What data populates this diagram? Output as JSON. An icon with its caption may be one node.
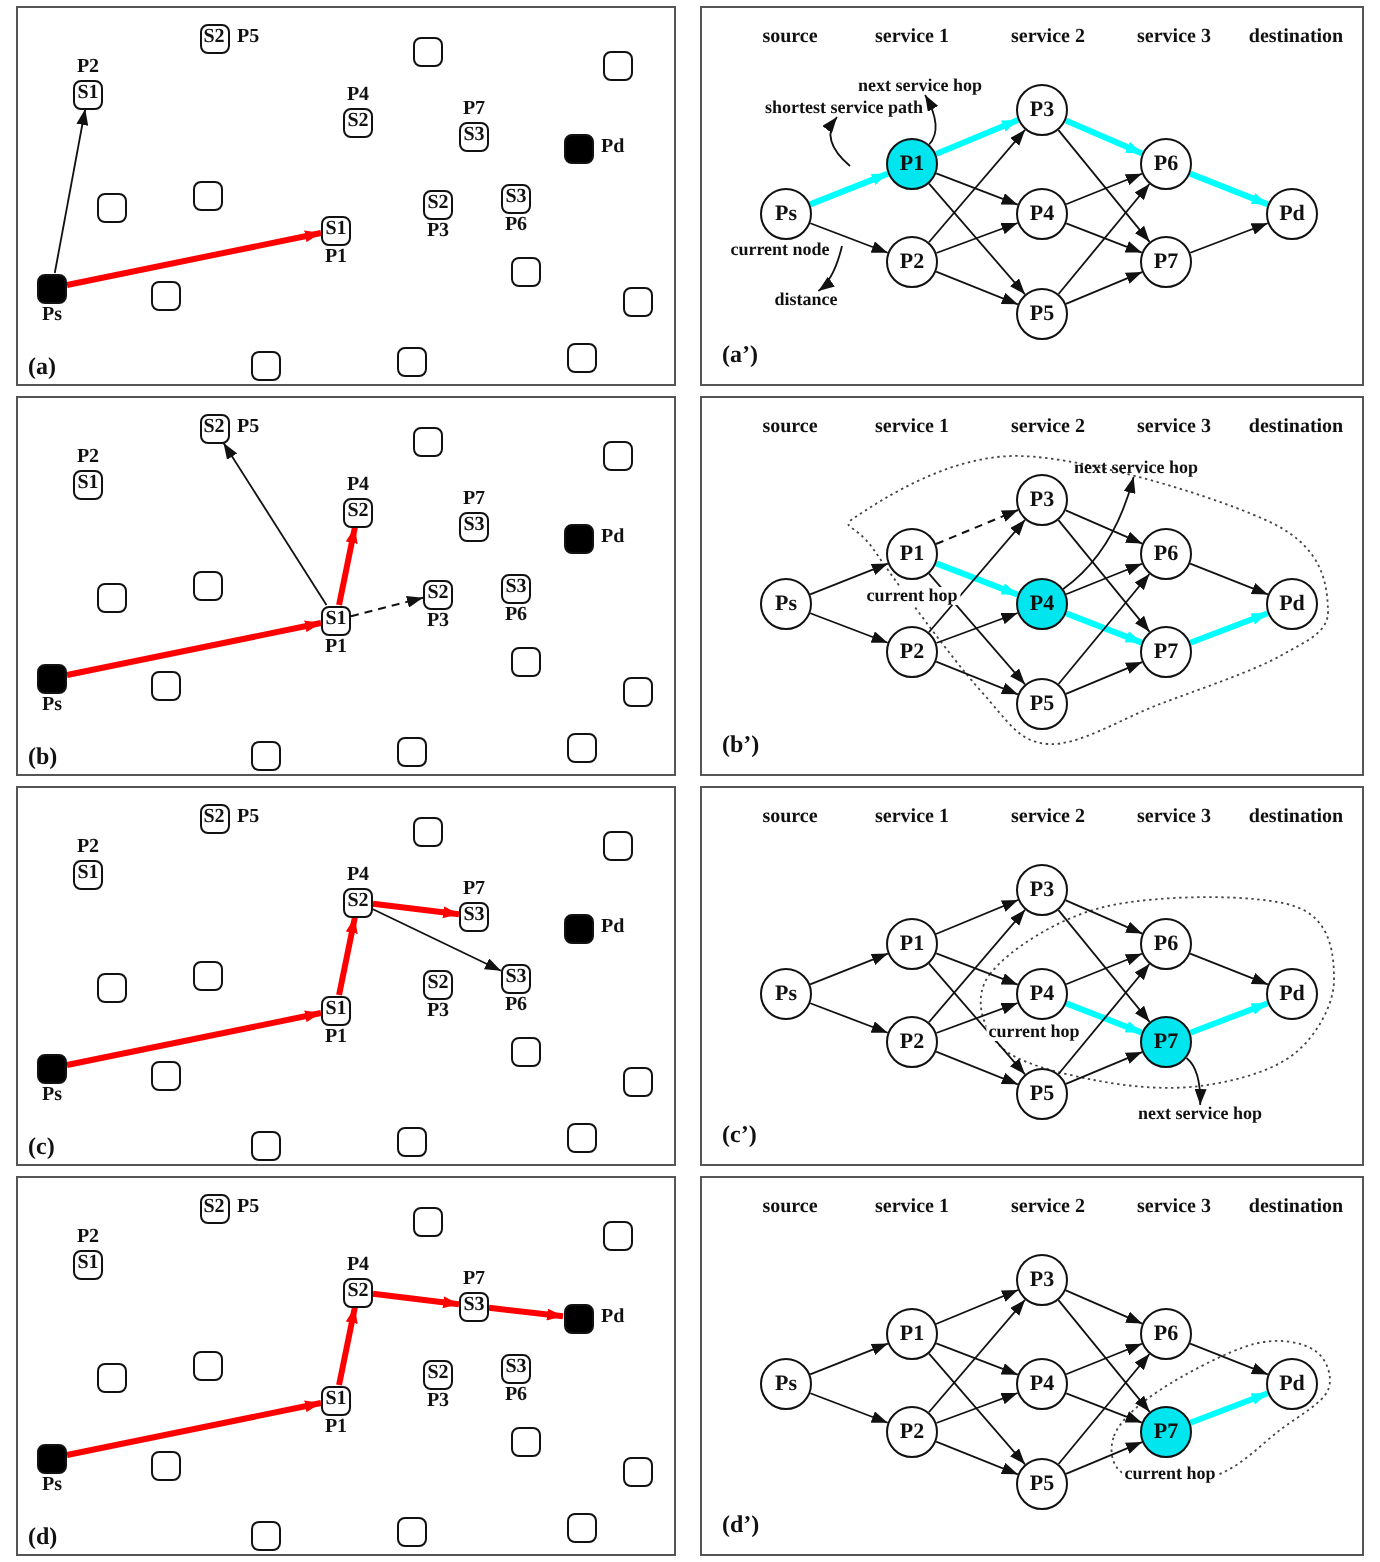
{
  "diagram": {
    "nodes": [
      {
        "text": [
          "(a)"
        ]
      },
      {
        "text": [
          "Ps"
        ],
        "in": 0
      },
      {
        "text": [
          "S1",
          "P1"
        ],
        "in": 0
      },
      {
        "text": [
          "P2",
          "S1"
        ],
        "in": 0
      },
      {
        "text": [
          "S2",
          "P3"
        ],
        "in": 0
      },
      {
        "text": [
          "P4",
          "S2"
        ],
        "in": 0
      },
      {
        "text": [
          "S2",
          "P5"
        ],
        "in": 0
      },
      {
        "text": [
          "S3",
          "P6"
        ],
        "in": 0
      },
      {
        "text": [
          "P7",
          "S3"
        ],
        "in": 0
      },
      {
        "text": [
          "Pd"
        ],
        "in": 0
      },
      {
        "text": [],
        "shape": "box",
        "in": 0
      },
      {
        "text": [],
        "shape": "box",
        "in": 0
      },
      {
        "text": [],
        "shape": "box",
        "in": 0
      },
      {
        "text": [],
        "shape": "box",
        "in": 0
      },
      {
        "text": [],
        "shape": "box",
        "in": 0
      },
      {
        "text": [],
        "shape": "box",
        "in": 0
      },
      {
        "text": [],
        "shape": "box",
        "in": 0
      },
      {
        "text": [],
        "shape": "box",
        "in": 0
      },
      {
        "text": [],
        "shape": "box",
        "in": 0
      },
      {
        "text": [],
        "shape": "box",
        "in": 0
      },
      {
        "text": [
          "source",
          "service 1",
          "service 2",
          "service 3",
          "destination",
          "current node",
          "(a’)"
        ]
      },
      {
        "text": [
          "Ps"
        ],
        "in": 20
      },
      {
        "text": [
          "P1"
        ],
        "in": 20
      },
      {
        "text": [
          "P2"
        ],
        "in": 20
      },
      {
        "text": [
          "P3"
        ],
        "in": 20
      },
      {
        "text": [
          "P4"
        ],
        "in": 20
      },
      {
        "text": [
          "P5"
        ],
        "in": 20
      },
      {
        "text": [
          "P6"
        ],
        "in": 20
      },
      {
        "text": [
          "P7"
        ],
        "in": 20
      },
      {
        "text": [
          "Pd"
        ],
        "in": 20
      },
      {
        "text": [
          "next service hop"
        ],
        "in": 20
      },
      {
        "text": [
          "shortest service path"
        ],
        "in": 20
      },
      {
        "text": [
          "distance"
        ],
        "in": 20
      },
      {
        "text": [
          "(b)"
        ]
      },
      {
        "text": [
          "Ps"
        ],
        "in": 33
      },
      {
        "text": [
          "S1",
          "P1"
        ],
        "in": 33
      },
      {
        "text": [
          "P2",
          "S1"
        ],
        "in": 33
      },
      {
        "text": [
          "S2",
          "P3"
        ],
        "in": 33
      },
      {
        "text": [
          "P4",
          "S2"
        ],
        "in": 33
      },
      {
        "text": [
          "S2",
          "P5"
        ],
        "in": 33
      },
      {
        "text": [
          "S3",
          "P6"
        ],
        "in": 33
      },
      {
        "text": [
          "P7",
          "S3"
        ],
        "in": 33
      },
      {
        "text": [
          "Pd"
        ],
        "in": 33
      },
      {
        "text": [],
        "shape": "box",
        "in": 33
      },
      {
        "text": [],
        "shape": "box",
        "in": 33
      },
      {
        "text": [],
        "shape": "box",
        "in": 33
      },
      {
        "text": [],
        "shape": "box",
        "in": 33
      },
      {
        "text": [],
        "shape": "box",
        "in": 33
      },
      {
        "text": [],
        "shape": "box",
        "in": 33
      },
      {
        "text": [],
        "shape": "box",
        "in": 33
      },
      {
        "text": [],
        "shape": "box",
        "in": 33
      },
      {
        "text": [],
        "shape": "box",
        "in": 33
      },
      {
        "text": [],
        "shape": "box",
        "in": 33
      },
      {
        "text": [
          "source",
          "service 1",
          "service 2",
          "service 3",
          "destination",
          "current hop",
          "(b’)"
        ]
      },
      {
        "text": [
          "Ps"
        ],
        "in": 53
      },
      {
        "text": [
          "P1"
        ],
        "in": 53
      },
      {
        "text": [
          "P2"
        ],
        "in": 53
      },
      {
        "text": [
          "P3"
        ],
        "in": 53
      },
      {
        "text": [
          "P4"
        ],
        "in": 53
      },
      {
        "text": [
          "P5"
        ],
        "in": 53
      },
      {
        "text": [
          "P6"
        ],
        "in": 53
      },
      {
        "text": [
          "P7"
        ],
        "in": 53
      },
      {
        "text": [
          "Pd"
        ],
        "in": 53
      },
      {
        "text": [
          "next service hop"
        ],
        "in": 53
      },
      {
        "text": [
          "(c)"
        ]
      },
      {
        "text": [
          "Ps"
        ],
        "in": 64
      },
      {
        "text": [
          "S1",
          "P1"
        ],
        "in": 64
      },
      {
        "text": [
          "P2",
          "S1"
        ],
        "in": 64
      },
      {
        "text": [
          "S2",
          "P3"
        ],
        "in": 64
      },
      {
        "text": [
          "P4",
          "S2"
        ],
        "in": 64
      },
      {
        "text": [
          "S2",
          "P5"
        ],
        "in": 64
      },
      {
        "text": [
          "S3",
          "P6"
        ],
        "in": 64
      },
      {
        "text": [
          "P7",
          "S3"
        ],
        "in": 64
      },
      {
        "text": [
          "Pd"
        ],
        "in": 64
      },
      {
        "text": [],
        "shape": "box",
        "in": 64
      },
      {
        "text": [],
        "shape": "box",
        "in": 64
      },
      {
        "text": [],
        "shape": "box",
        "in": 64
      },
      {
        "text": [],
        "shape": "box",
        "in": 64
      },
      {
        "text": [],
        "shape": "box",
        "in": 64
      },
      {
        "text": [],
        "shape": "box",
        "in": 64
      },
      {
        "text": [],
        "shape": "box",
        "in": 64
      },
      {
        "text": [],
        "shape": "box",
        "in": 64
      },
      {
        "text": [],
        "shape": "box",
        "in": 64
      },
      {
        "text": [],
        "shape": "box",
        "in": 64
      },
      {
        "text": [
          "source",
          "service 1",
          "service 2",
          "service 3",
          "destination",
          "current hop",
          "(c’)"
        ]
      },
      {
        "text": [
          "Ps"
        ],
        "in": 84
      },
      {
        "text": [
          "P1"
        ],
        "in": 84
      },
      {
        "text": [
          "P2"
        ],
        "in": 84
      },
      {
        "text": [
          "P3"
        ],
        "in": 84
      },
      {
        "text": [
          "P4"
        ],
        "in": 84
      },
      {
        "text": [
          "P5"
        ],
        "in": 84
      },
      {
        "text": [
          "P6"
        ],
        "in": 84
      },
      {
        "text": [
          "P7"
        ],
        "in": 84
      },
      {
        "text": [
          "Pd"
        ],
        "in": 84
      },
      {
        "text": [
          "next service hop"
        ],
        "in": 84
      },
      {
        "text": [
          "(d)"
        ]
      },
      {
        "text": [
          "Ps"
        ],
        "in": 95
      },
      {
        "text": [
          "S1",
          "P1"
        ],
        "in": 95
      },
      {
        "text": [
          "P2",
          "S1"
        ],
        "in": 95
      },
      {
        "text": [
          "S2",
          "P3"
        ],
        "in": 95
      },
      {
        "text": [
          "P4",
          "S2"
        ],
        "in": 95
      },
      {
        "text": [
          "S2",
          "P5"
        ],
        "in": 95
      },
      {
        "text": [
          "S3",
          "P6"
        ],
        "in": 95
      },
      {
        "text": [
          "P7",
          "S3"
        ],
        "in": 95
      },
      {
        "text": [
          "Pd"
        ],
        "in": 95
      },
      {
        "text": [],
        "shape": "box",
        "in": 95
      },
      {
        "text": [],
        "shape": "box",
        "in": 95
      },
      {
        "text": [],
        "shape": "box",
        "in": 95
      },
      {
        "text": [],
        "shape": "box",
        "in": 95
      },
      {
        "text": [],
        "shape": "box",
        "in": 95
      },
      {
        "text": [],
        "shape": "box",
        "in": 95
      },
      {
        "text": [],
        "shape": "box",
        "in": 95
      },
      {
        "text": [],
        "shape": "box",
        "in": 95
      },
      {
        "text": [],
        "shape": "box",
        "in": 95
      },
      {
        "text": [],
        "shape": "box",
        "in": 95
      },
      {
        "text": [
          "source",
          "service 1",
          "service 2",
          "service 3",
          "destination",
          "current hop",
          "(d’)"
        ]
      },
      {
        "text": [
          "Ps"
        ],
        "in": 115
      },
      {
        "text": [
          "P1"
        ],
        "in": 115
      },
      {
        "text": [
          "P2"
        ],
        "in": 115
      },
      {
        "text": [
          "P3"
        ],
        "in": 115
      },
      {
        "text": [
          "P4"
        ],
        "in": 115
      },
      {
        "text": [
          "P5"
        ],
        "in": 115
      },
      {
        "text": [
          "P6"
        ],
        "in": 115
      },
      {
        "text": [
          "P7"
        ],
        "in": 115
      },
      {
        "text": [
          "Pd"
        ],
        "in": 115
      }
    ],
    "edges": [
      {
        "from": 1,
        "to": 3,
        "arrow": "to"
      },
      {
        "from": 1,
        "to": 2,
        "arrow": "to",
        "style": "thick",
        "color": "#ff0000"
      },
      {
        "from": 21,
        "to": 22,
        "arrow": "to",
        "style": "thick",
        "color": "#00ffff"
      },
      {
        "from": 21,
        "to": 23,
        "arrow": "to"
      },
      {
        "from": 22,
        "to": 24,
        "arrow": "to",
        "style": "thick",
        "color": "#00ffff"
      },
      {
        "from": 22,
        "to": 25,
        "arrow": "to"
      },
      {
        "from": 22,
        "to": 26,
        "arrow": "to"
      },
      {
        "from": 23,
        "to": 24,
        "arrow": "to"
      },
      {
        "from": 23,
        "to": 25,
        "arrow": "to"
      },
      {
        "from": 23,
        "to": 26,
        "arrow": "to"
      },
      {
        "from": 24,
        "to": 27,
        "arrow": "to",
        "style": "thick",
        "color": "#00ffff"
      },
      {
        "from": 24,
        "to": 28,
        "arrow": "to"
      },
      {
        "from": 25,
        "to": 27,
        "arrow": "to"
      },
      {
        "from": 25,
        "to": 28,
        "arrow": "to"
      },
      {
        "from": 26,
        "to": 27,
        "arrow": "to"
      },
      {
        "from": 26,
        "to": 28,
        "arrow": "to"
      },
      {
        "from": 27,
        "to": 29,
        "arrow": "to",
        "style": "thick",
        "color": "#00ffff"
      },
      {
        "from": 28,
        "to": 29,
        "arrow": "to"
      },
      {
        "from": 22,
        "to": 30,
        "arrow": "to"
      },
      {
        "from": null,
        "to": 31,
        "arrow": "to"
      },
      {
        "from": null,
        "to": 32,
        "arrow": "to"
      },
      {
        "from": 34,
        "to": 35,
        "arrow": "to",
        "style": "thick",
        "color": "#ff0000"
      },
      {
        "from": 35,
        "to": 39,
        "arrow": "to"
      },
      {
        "from": 35,
        "to": 38,
        "arrow": "to",
        "style": "thick",
        "color": "#ff0000"
      },
      {
        "from": 35,
        "to": 37,
        "arrow": "to",
        "style": "dashed"
      },
      {
        "from": 54,
        "to": 55,
        "arrow": "to"
      },
      {
        "from": 54,
        "to": 56,
        "arrow": "to"
      },
      {
        "from": 55,
        "to": 57,
        "arrow": "to",
        "style": "dashed"
      },
      {
        "from": 55,
        "to": 58,
        "arrow": "to",
        "style": "thick",
        "color": "#00ffff"
      },
      {
        "from": 55,
        "to": 59,
        "arrow": "to"
      },
      {
        "from": 56,
        "to": 57,
        "arrow": "to"
      },
      {
        "from": 56,
        "to": 58,
        "arrow": "to"
      },
      {
        "from": 56,
        "to": 59,
        "arrow": "to"
      },
      {
        "from": 57,
        "to": 60,
        "arrow": "to"
      },
      {
        "from": 57,
        "to": 61,
        "arrow": "to"
      },
      {
        "from": 58,
        "to": 60,
        "arrow": "to"
      },
      {
        "from": 58,
        "to": 61,
        "arrow": "to",
        "style": "thick",
        "color": "#00ffff"
      },
      {
        "from": 59,
        "to": 60,
        "arrow": "to"
      },
      {
        "from": 59,
        "to": 61,
        "arrow": "to"
      },
      {
        "from": 60,
        "to": 62,
        "arrow": "to"
      },
      {
        "from": 61,
        "to": 62,
        "arrow": "to",
        "style": "thick",
        "color": "#00ffff"
      },
      {
        "from": 58,
        "to": 63,
        "arrow": "to"
      },
      {
        "from": 65,
        "to": 66,
        "arrow": "to",
        "style": "thick",
        "color": "#ff0000"
      },
      {
        "from": 66,
        "to": 69,
        "arrow": "to",
        "style": "thick",
        "color": "#ff0000"
      },
      {
        "from": 69,
        "to": 72,
        "arrow": "to",
        "style": "thick",
        "color": "#ff0000"
      },
      {
        "from": 69,
        "to": 71,
        "arrow": "to"
      },
      {
        "from": 85,
        "to": 86,
        "arrow": "to"
      },
      {
        "from": 85,
        "to": 87,
        "arrow": "to"
      },
      {
        "from": 86,
        "to": 88,
        "arrow": "to"
      },
      {
        "from": 86,
        "to": 89,
        "arrow": "to"
      },
      {
        "from": 86,
        "to": 90,
        "arrow": "to"
      },
      {
        "from": 87,
        "to": 88,
        "arrow": "to"
      },
      {
        "from": 87,
        "to": 89,
        "arrow": "to"
      },
      {
        "from": 87,
        "to": 90,
        "arrow": "to"
      },
      {
        "from": 88,
        "to": 91,
        "arrow": "to"
      },
      {
        "from": 88,
        "to": 92,
        "arrow": "to"
      },
      {
        "from": 89,
        "to": 91,
        "arrow": "to"
      },
      {
        "from": 89,
        "to": 92,
        "arrow": "to",
        "style": "thick",
        "color": "#00ffff"
      },
      {
        "from": 90,
        "to": 91,
        "arrow": "to"
      },
      {
        "from": 90,
        "to": 92,
        "arrow": "to"
      },
      {
        "from": 91,
        "to": 93,
        "arrow": "to"
      },
      {
        "from": 92,
        "to": 93,
        "arrow": "to",
        "style": "thick",
        "color": "#00ffff"
      },
      {
        "from": 92,
        "to": 94,
        "arrow": "to"
      },
      {
        "from": 96,
        "to": 97,
        "arrow": "to",
        "style": "thick",
        "color": "#ff0000"
      },
      {
        "from": 97,
        "to": 100,
        "arrow": "to",
        "style": "thick",
        "color": "#ff0000"
      },
      {
        "from": 100,
        "to": 103,
        "arrow": "to",
        "style": "thick",
        "color": "#ff0000"
      },
      {
        "from": 103,
        "to": 104,
        "arrow": "to",
        "style": "thick",
        "color": "#ff0000"
      },
      {
        "from": 116,
        "to": 117,
        "arrow": "to"
      },
      {
        "from": 116,
        "to": 118,
        "arrow": "to"
      },
      {
        "from": 117,
        "to": 119,
        "arrow": "to"
      },
      {
        "from": 117,
        "to": 120,
        "arrow": "to"
      },
      {
        "from": 117,
        "to": 121,
        "arrow": "to"
      },
      {
        "from": 118,
        "to": 119,
        "arrow": "to"
      },
      {
        "from": 118,
        "to": 120,
        "arrow": "to"
      },
      {
        "from": 118,
        "to": 121,
        "arrow": "to"
      },
      {
        "from": 119,
        "to": 122,
        "arrow": "to"
      },
      {
        "from": 119,
        "to": 123,
        "arrow": "to"
      },
      {
        "from": 120,
        "to": 122,
        "arrow": "to"
      },
      {
        "from": 120,
        "to": 123,
        "arrow": "to"
      },
      {
        "from": 121,
        "to": 122,
        "arrow": "to"
      },
      {
        "from": 121,
        "to": 123,
        "arrow": "to"
      },
      {
        "from": 122,
        "to": 124,
        "arrow": "to"
      },
      {
        "from": 123,
        "to": 124,
        "arrow": "to",
        "style": "thick",
        "color": "#00ffff"
      }
    ]
  }
}
